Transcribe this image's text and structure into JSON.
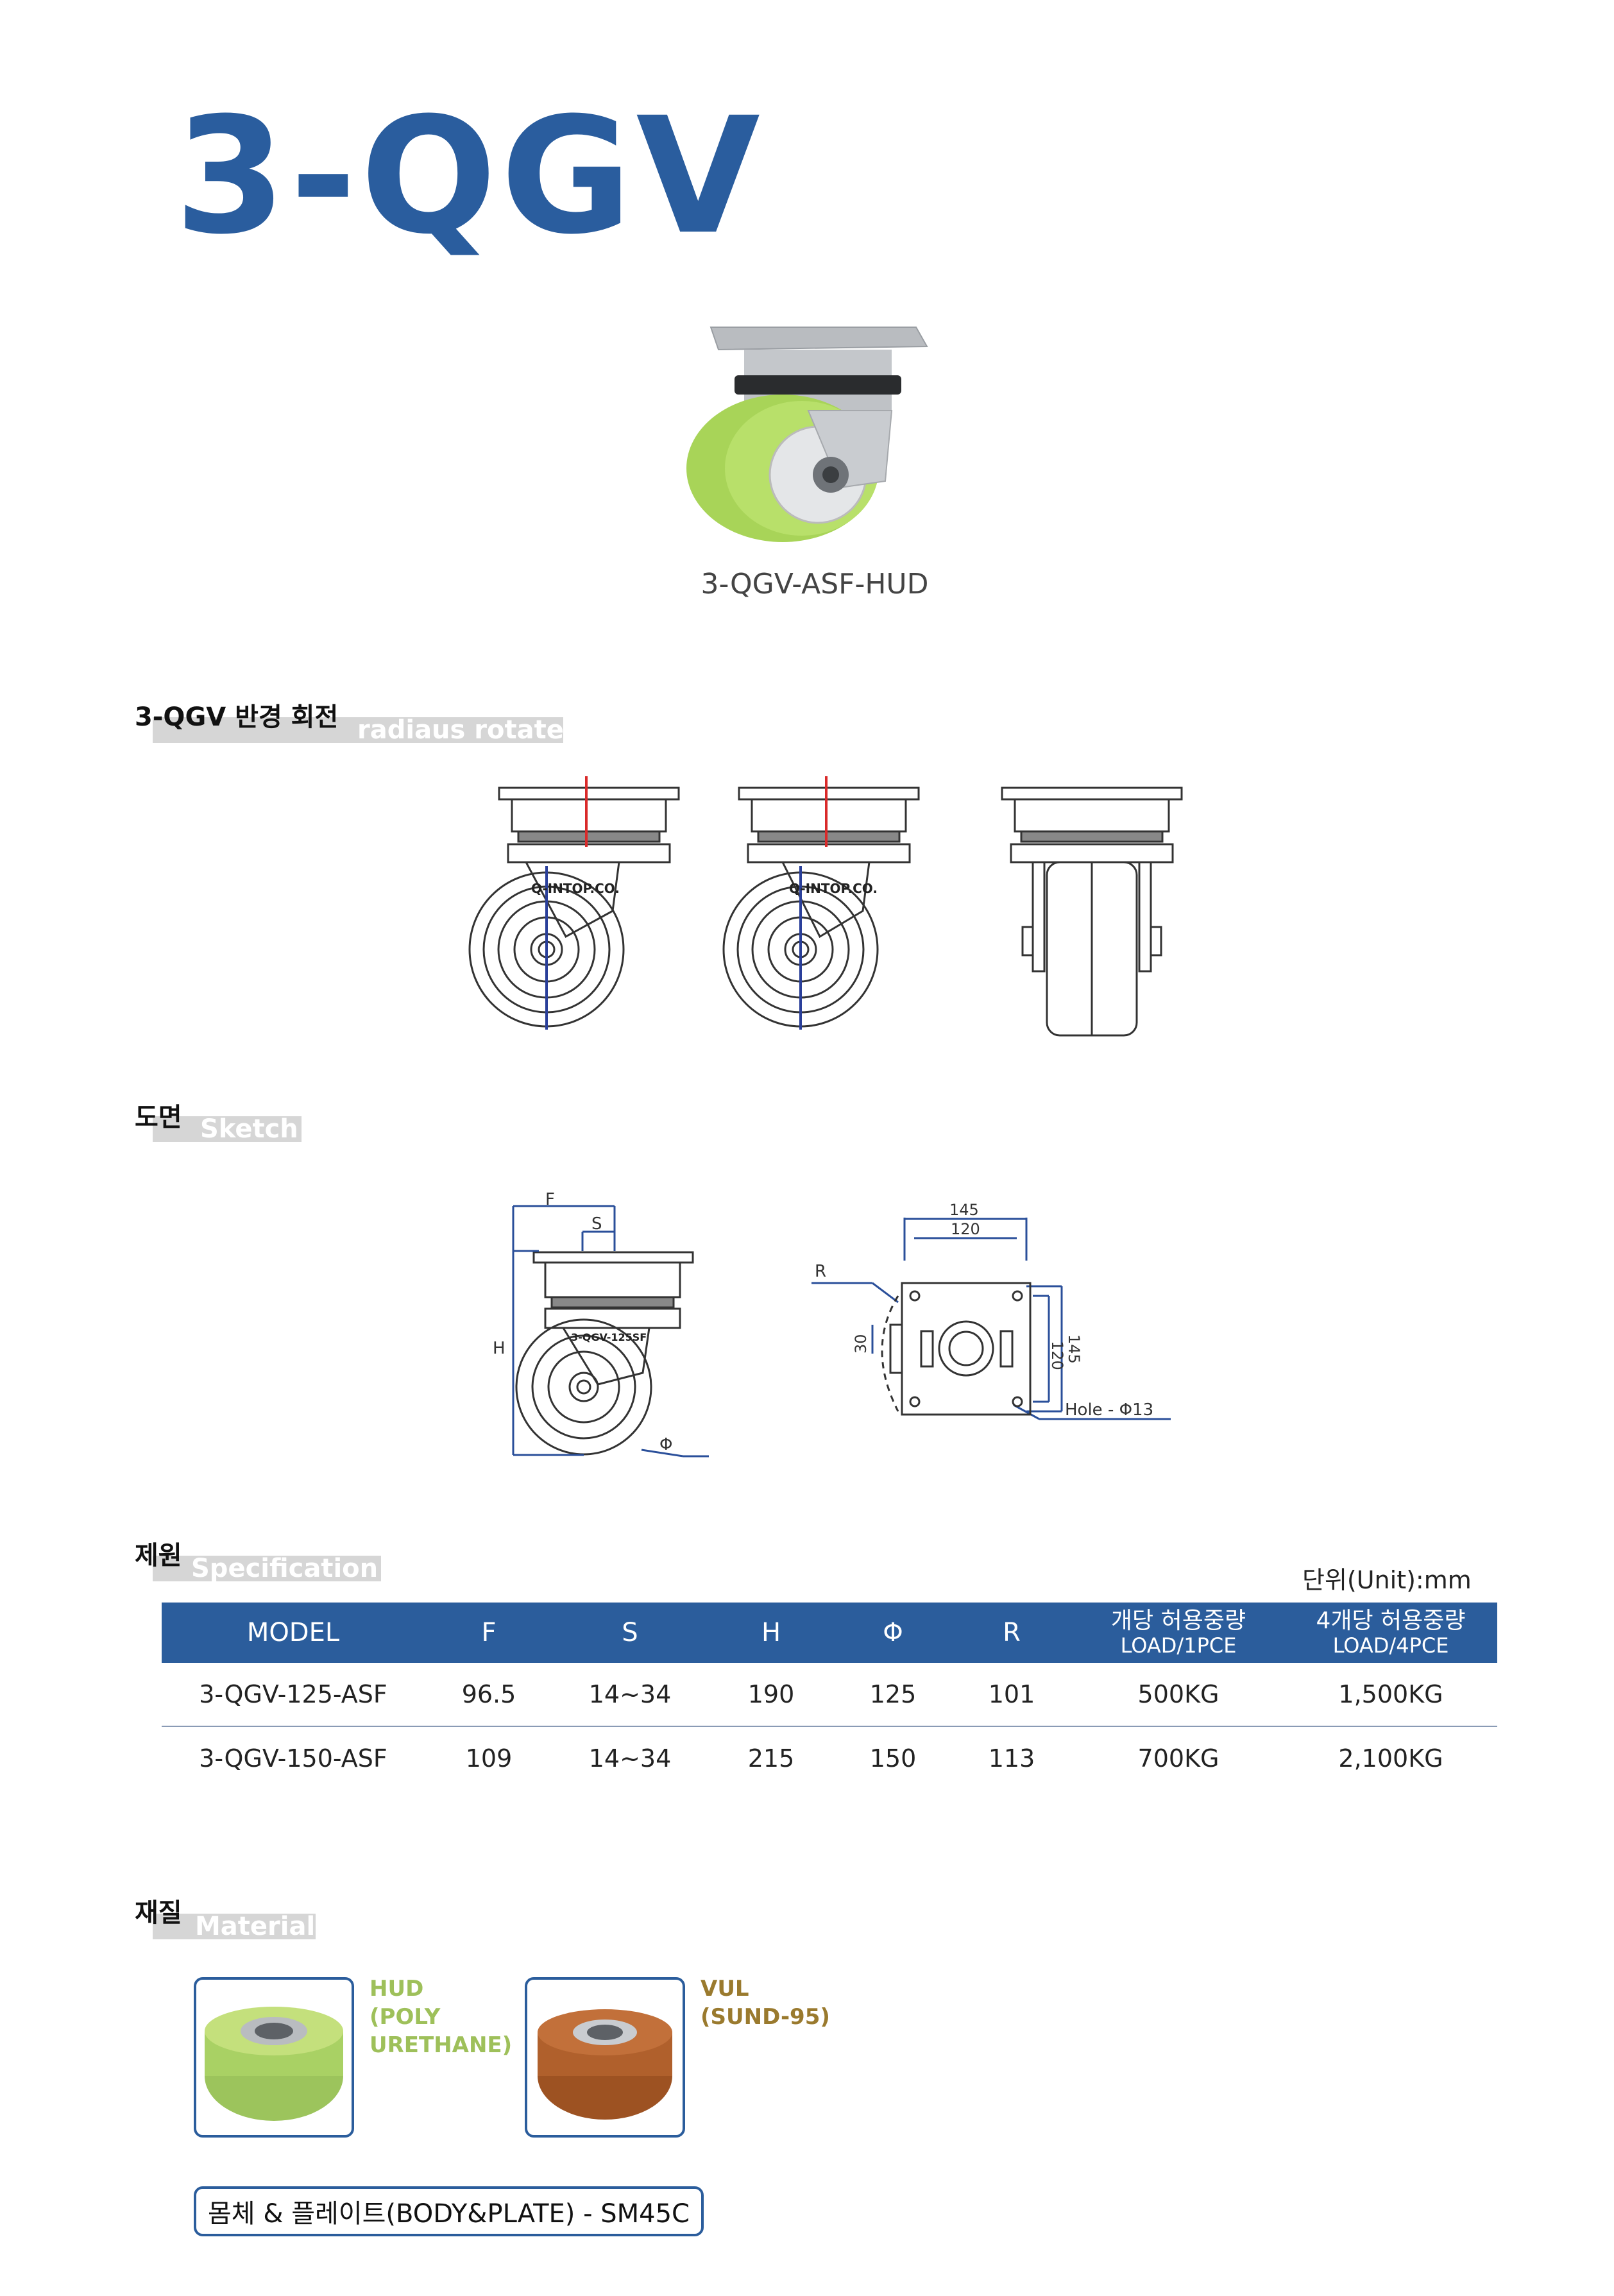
{
  "title": "3-QGV",
  "product_caption": "3-QGV-ASF-HUD",
  "sections": {
    "rotate": {
      "ko": "3-QGV 반경 회전",
      "en": "radiaus rotate"
    },
    "sketch": {
      "ko": "도면",
      "en": "Sketch"
    },
    "spec": {
      "ko": "제원",
      "en": "Specification"
    },
    "material": {
      "ko": "재질",
      "en": "Material"
    }
  },
  "drawings": {
    "brand_label": "Q-INTOP.CO.",
    "model_label": "3-QGV-125SF",
    "dim_F": "F",
    "dim_S": "S",
    "dim_H": "H",
    "dim_phi": "Φ",
    "dim_R": "R",
    "dim_145_top": "145",
    "dim_120_top": "120",
    "dim_145_side": "145",
    "dim_120_side": "120",
    "dim_30": "30",
    "hole": "Hole - Φ13"
  },
  "spec": {
    "unit": "단위(Unit):mm",
    "headers": [
      {
        "l1": "MODEL"
      },
      {
        "l1": "F"
      },
      {
        "l1": "S"
      },
      {
        "l1": "H"
      },
      {
        "l1": "Φ"
      },
      {
        "l1": "R"
      },
      {
        "l1": "개당 허용중량",
        "l2": "LOAD/1PCE"
      },
      {
        "l1": "4개당 허용중량",
        "l2": "LOAD/4PCE"
      }
    ],
    "rows": [
      [
        "3-QGV-125-ASF",
        "96.5",
        "14~34",
        "190",
        "125",
        "101",
        "500KG",
        "1,500KG"
      ],
      [
        "3-QGV-150-ASF",
        "109",
        "14~34",
        "215",
        "150",
        "113",
        "700KG",
        "2,100KG"
      ]
    ]
  },
  "materials": [
    {
      "name": "HUD",
      "line2": "(POLY",
      "line3": "URETHANE)",
      "color": "#9ec05a"
    },
    {
      "name": "VUL",
      "line2": "(SUND-95)",
      "color": "#9a7a2e"
    }
  ],
  "body_plate": "몸체 & 플레이트(BODY&PLATE) - SM45C",
  "colors": {
    "brand_blue": "#2a5d9e",
    "hud_green": "#b4dc6a",
    "vul_brown": "#b6652a"
  }
}
